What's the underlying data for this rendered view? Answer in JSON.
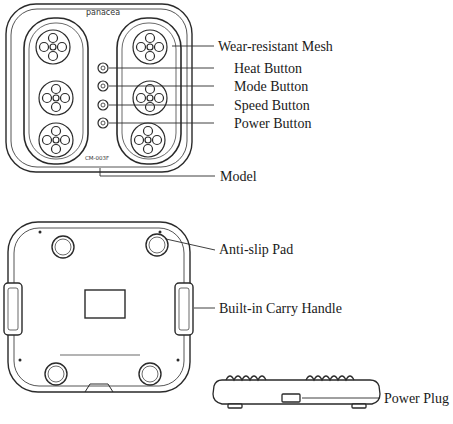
{
  "diagram": {
    "labels": [
      "Wear-resistant Mesh",
      "Heat Button",
      "Mode Button",
      "Speed Button",
      "Power Button",
      "Model",
      "Anti-slip Pad",
      "Built-in Carry Handle",
      "Power Plug",
      "panacea",
      "CM-003F"
    ]
  }
}
